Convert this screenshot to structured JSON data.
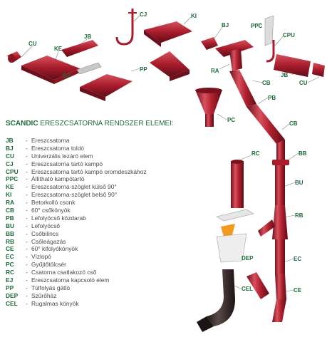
{
  "title": {
    "brand": "SCANDIC",
    "rest": " ERESZCSATORNA RENDSZER ELEMEI:"
  },
  "legend": [
    {
      "code": "JB",
      "desc": "Ereszcsatorna"
    },
    {
      "code": "BJ",
      "desc": "Ereszcsatorna toldó"
    },
    {
      "code": "CU",
      "desc": "Univerzális lezáró elem"
    },
    {
      "code": "CJ",
      "desc": "Ereszcsatorna tartó kampó"
    },
    {
      "code": "CPU",
      "desc": "Ereszcsatorna tartó kampó oromdeszkához"
    },
    {
      "code": "PPC",
      "desc": "Állítható kampótartó"
    },
    {
      "code": "KE",
      "desc": "Ereszcsatorna-szöglet külső 90°"
    },
    {
      "code": "KI",
      "desc": "Ereszcsatorna-szöglet belső 90°"
    },
    {
      "code": "RA",
      "desc": "Betorkolló csonk"
    },
    {
      "code": "CB",
      "desc": "60° csőkönyök"
    },
    {
      "code": "PB",
      "desc": "Lefolyócső közdarab"
    },
    {
      "code": "BU",
      "desc": "Lefolyócső"
    },
    {
      "code": "BB",
      "desc": "Csőbilincs"
    },
    {
      "code": "RB",
      "desc": "Csőleágazás"
    },
    {
      "code": "CE",
      "desc": "60° kifolyókönyök"
    },
    {
      "code": "EC",
      "desc": "Vízlopó"
    },
    {
      "code": "PC",
      "desc": "Gyűjtőtölcsér"
    },
    {
      "code": "RC",
      "desc": "Csatorna csatlakozó cső"
    },
    {
      "code": "EJ",
      "desc": "Ereszcsatorna kapcsoló elem"
    },
    {
      "code": "PP",
      "desc": "Túlfolyás gátló"
    },
    {
      "code": "DEP",
      "desc": "Szűrőház"
    },
    {
      "code": "CEL",
      "desc": "Rugalmas könyök"
    }
  ],
  "callouts": {
    "cu_left": "CU",
    "ke": "KE",
    "jb_top": "JB",
    "ej": "EJ",
    "cj": "CJ",
    "pp": "PP",
    "ki": "KI",
    "bj": "BJ",
    "ppc": "PPC",
    "cpu": "CPU",
    "ra": "RA",
    "jb_right": "JB",
    "cu_right": "CU",
    "cb_top": "CB",
    "pb": "PB",
    "cb_mid": "CB",
    "pc": "PC",
    "rc": "RC",
    "bb": "BB",
    "bu": "BU",
    "rb": "RB",
    "dep": "DEP",
    "ec": "EC",
    "cel": "CEL",
    "ce": "CE"
  },
  "colors": {
    "pipe": "#a81c2c",
    "pipe_dark": "#6e0f1c",
    "pipe_light": "#d7505c",
    "label_green": "#1d6b3a",
    "filter_orange": "#f29a1f",
    "flex_black": "#2b2222"
  }
}
